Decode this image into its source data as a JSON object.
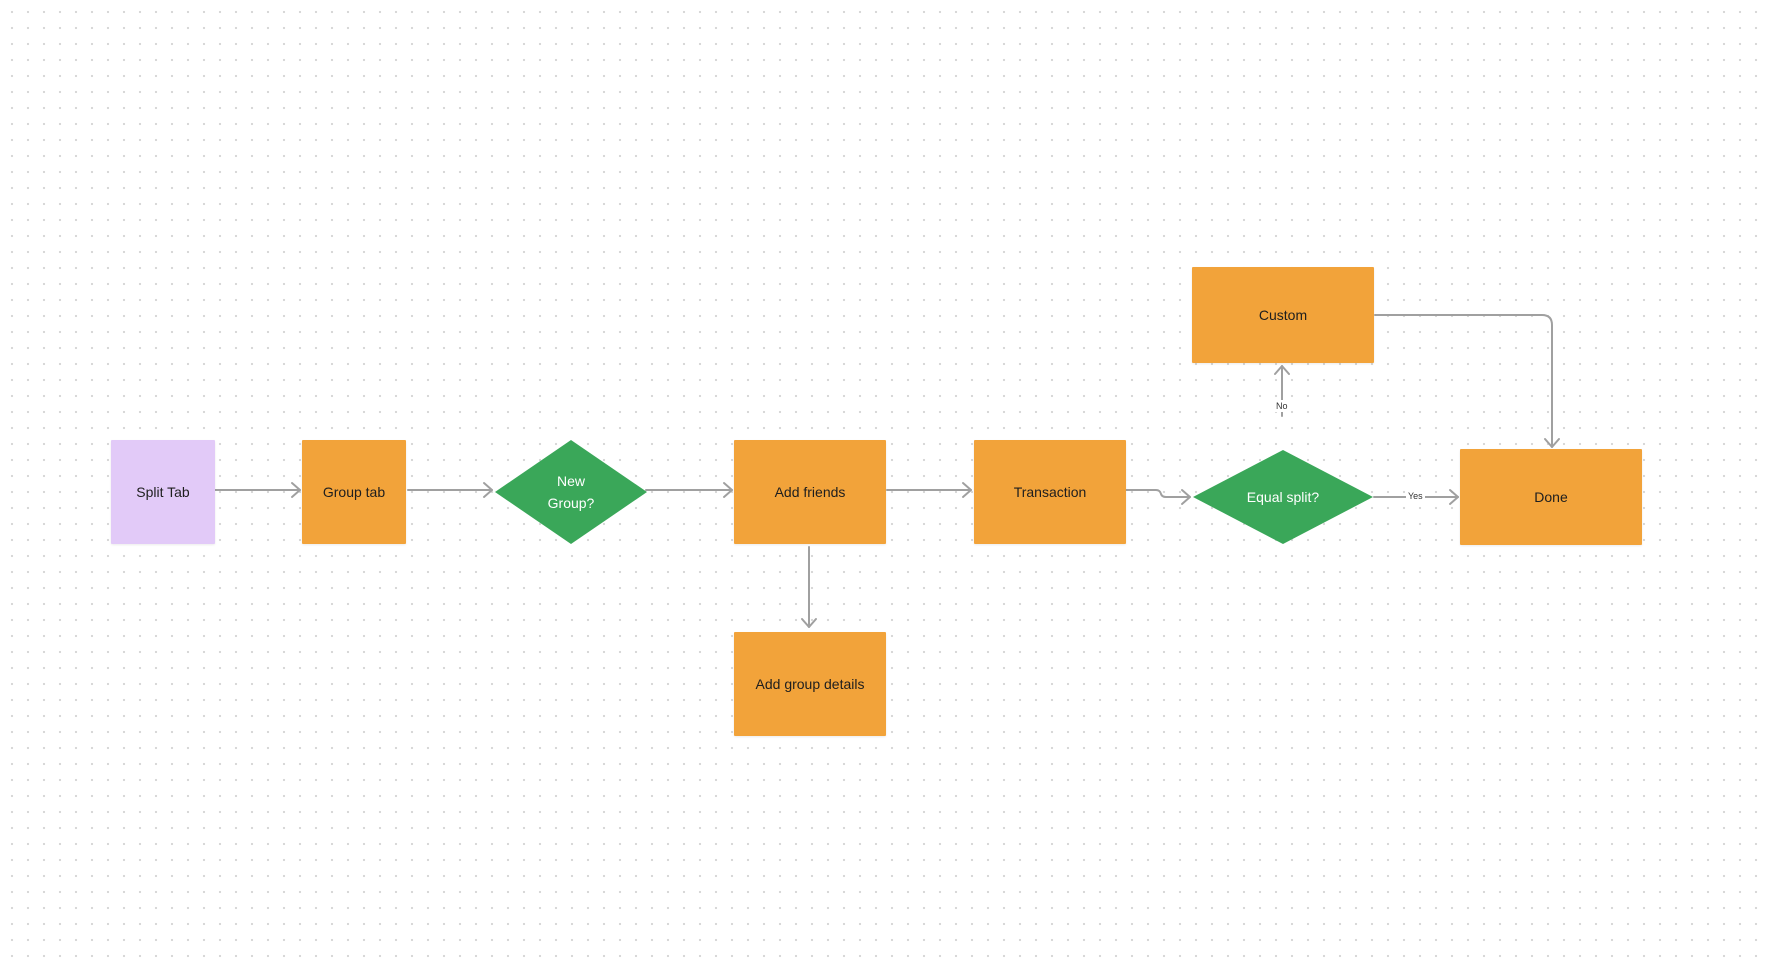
{
  "colors": {
    "start_node": "#e2caf8",
    "process_node": "#f2a33a",
    "decision_node": "#3aa759",
    "connector": "#a0a0a0",
    "canvas_dot": "#d6d6d6"
  },
  "nodes": {
    "split_tab": "Split Tab",
    "group_tab": "Group tab",
    "new_group_line1": "New",
    "new_group_line2": "Group?",
    "add_friends": "Add friends",
    "add_group_details": "Add group details",
    "transaction": "Transaction",
    "equal_split": "Equal split?",
    "custom": "Custom",
    "done": "Done"
  },
  "edge_labels": {
    "no": "No",
    "yes": "Yes"
  }
}
